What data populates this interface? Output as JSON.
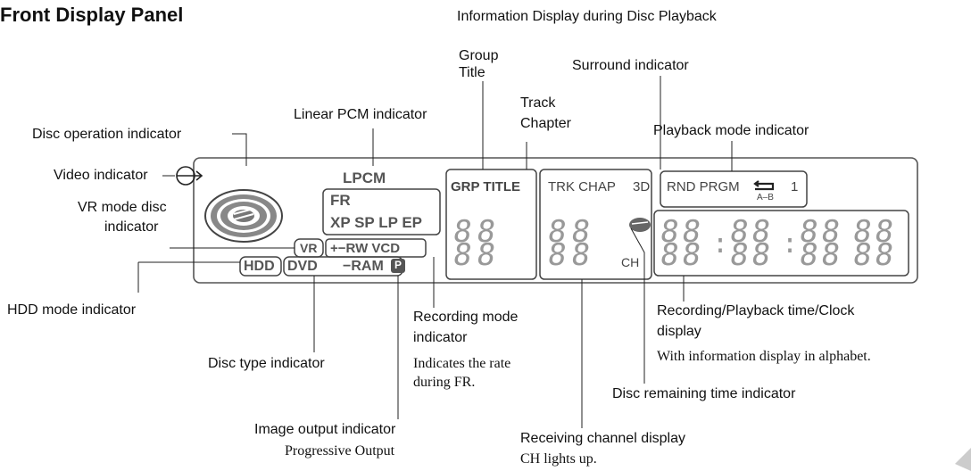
{
  "page_title": "Front Display Panel",
  "header": "Information Display during Disc Playback",
  "labels": {
    "group_title": [
      "Group",
      "Title"
    ],
    "surround": "Surround indicator",
    "track_chapter": [
      "Track",
      "Chapter"
    ],
    "linear_pcm": "Linear PCM indicator",
    "disc_operation": "Disc operation indicator",
    "playback_mode": "Playback mode indicator",
    "video": "Video indicator",
    "vr_mode": [
      "VR mode disc",
      "indicator"
    ],
    "hdd_mode": "HDD mode indicator",
    "recording_mode": [
      "Recording mode",
      "indicator"
    ],
    "recording_mode_sub": [
      "Indicates the rate",
      "during FR."
    ],
    "rec_time": [
      "Recording/Playback time/Clock",
      "display"
    ],
    "rec_time_sub": "With information display in alphabet.",
    "disc_type": "Disc type indicator",
    "disc_remaining": "Disc remaining time indicator",
    "image_output": "Image output indicator",
    "image_output_sub": "Progressive Output",
    "receiving_channel": "Receiving channel display",
    "receiving_channel_sub": "CH lights up."
  },
  "panel": {
    "lpcm": "LPCM",
    "fr": "FR",
    "speeds": "XP SP LP EP",
    "vr": "VR",
    "rw_vcd": "+−RW VCD",
    "hdd": "HDD",
    "dvd": "DVD",
    "ram": "−RAM",
    "p": "P",
    "grp_title": "GRP TITLE",
    "trk_chap": "TRK CHAP",
    "three_d": "3D",
    "rnd_prgm": "RND PRGM",
    "repeat_one": "1",
    "ab": "A–B",
    "ch": "CH",
    "segment_glyph": "88",
    "colon": ":"
  },
  "icons": [
    "video-arrow-icon",
    "disc-icon",
    "repeat-icon",
    "remaining-disc-icon"
  ]
}
